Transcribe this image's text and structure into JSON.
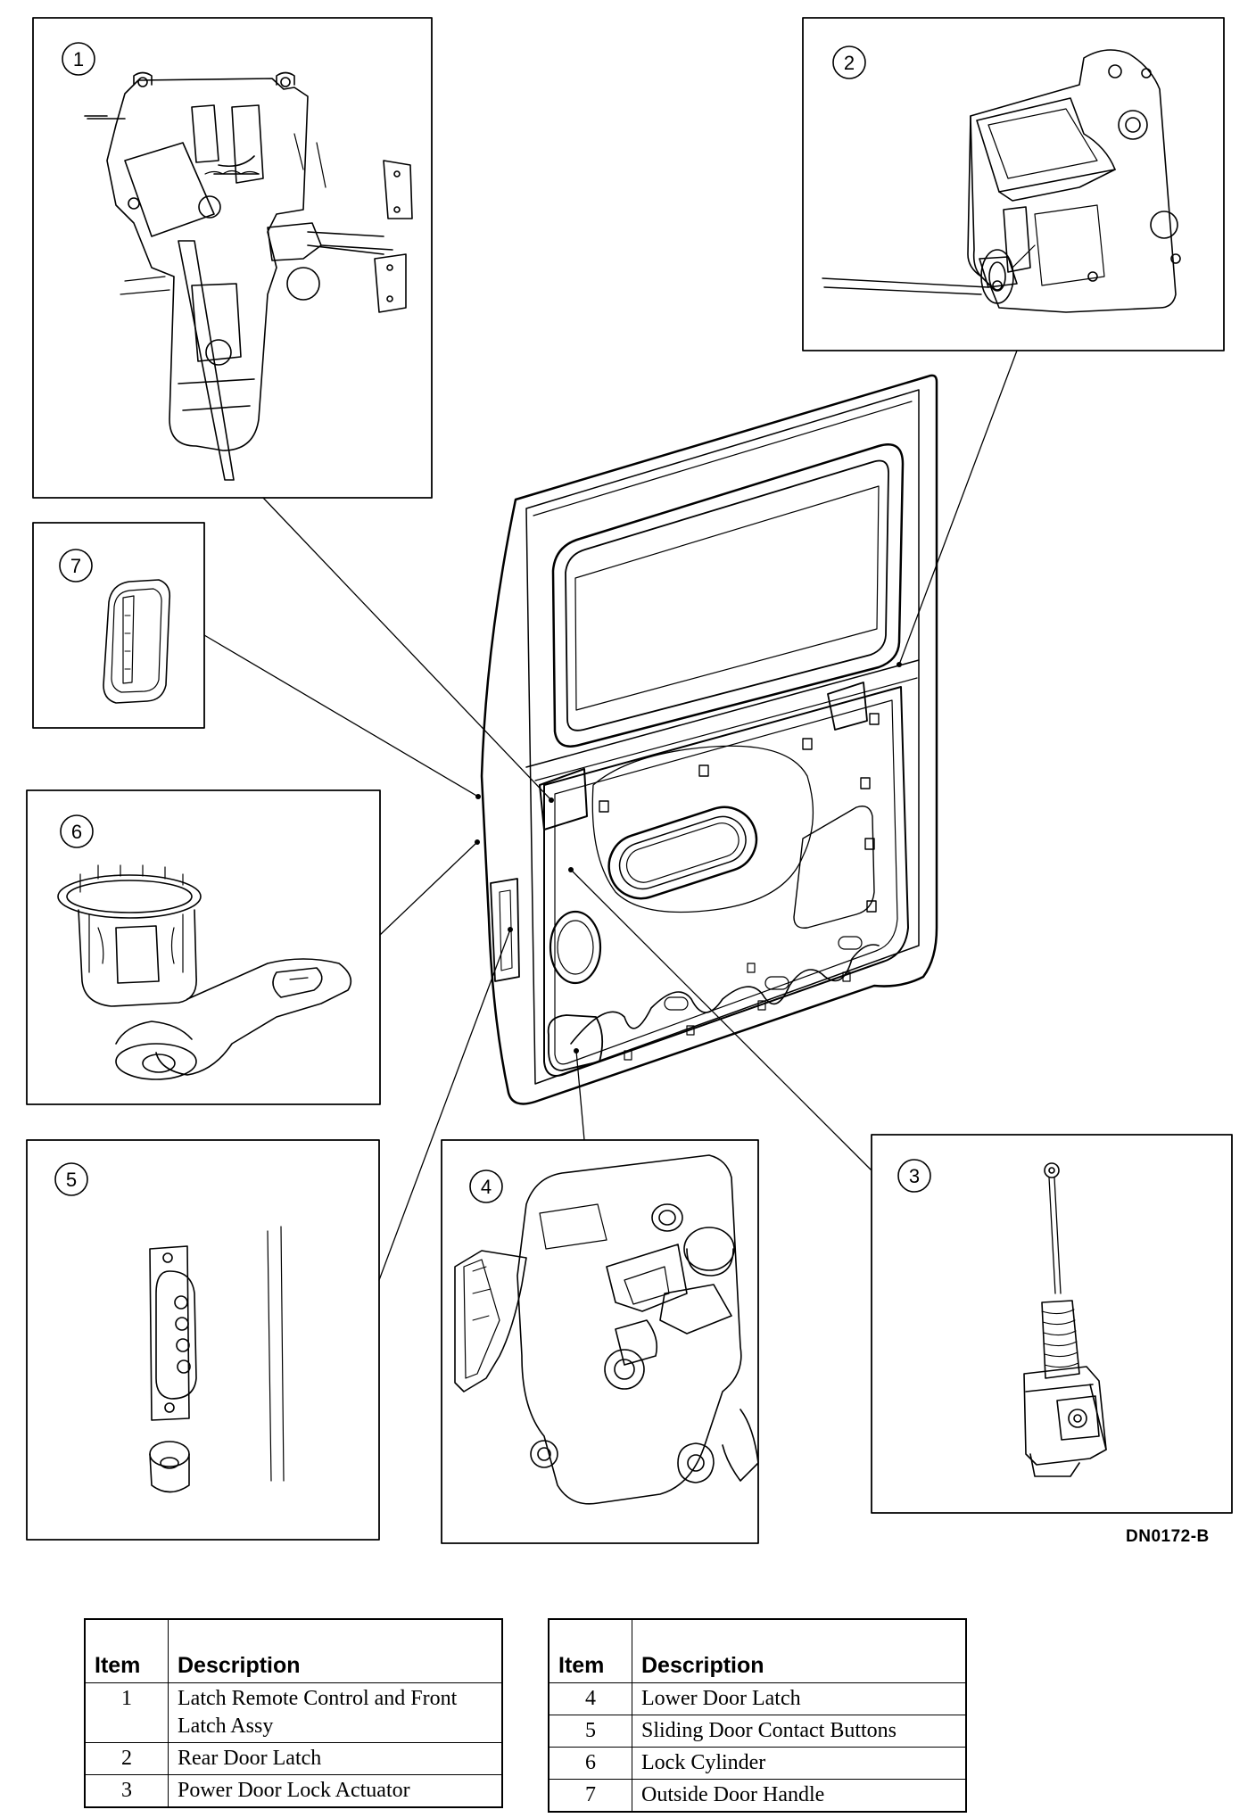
{
  "figure_code": "DN0172-B",
  "callouts": [
    "1",
    "2",
    "3",
    "4",
    "5",
    "6",
    "7"
  ],
  "legend": {
    "header_item": "Item",
    "header_description": "Description",
    "left": [
      {
        "item": "1",
        "description": "Latch Remote Control and Front Latch Assy"
      },
      {
        "item": "2",
        "description": "Rear Door Latch"
      },
      {
        "item": "3",
        "description": "Power Door Lock Actuator"
      }
    ],
    "right": [
      {
        "item": "4",
        "description": "Lower Door Latch"
      },
      {
        "item": "5",
        "description": "Sliding Door Contact Buttons"
      },
      {
        "item": "6",
        "description": "Lock Cylinder"
      },
      {
        "item": "7",
        "description": "Outside Door Handle"
      }
    ]
  }
}
